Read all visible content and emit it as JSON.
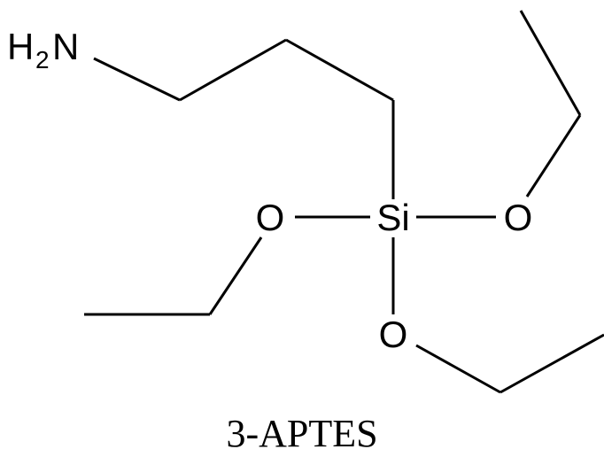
{
  "atoms": {
    "amine_h": "H",
    "amine_sub": "2",
    "amine_n": "N",
    "silicon": "Si",
    "oxygen_left": "O",
    "oxygen_right": "O",
    "oxygen_bottom": "O"
  },
  "caption": "3-APTES",
  "colors": {
    "ink": "#000000",
    "background": "#ffffff"
  }
}
